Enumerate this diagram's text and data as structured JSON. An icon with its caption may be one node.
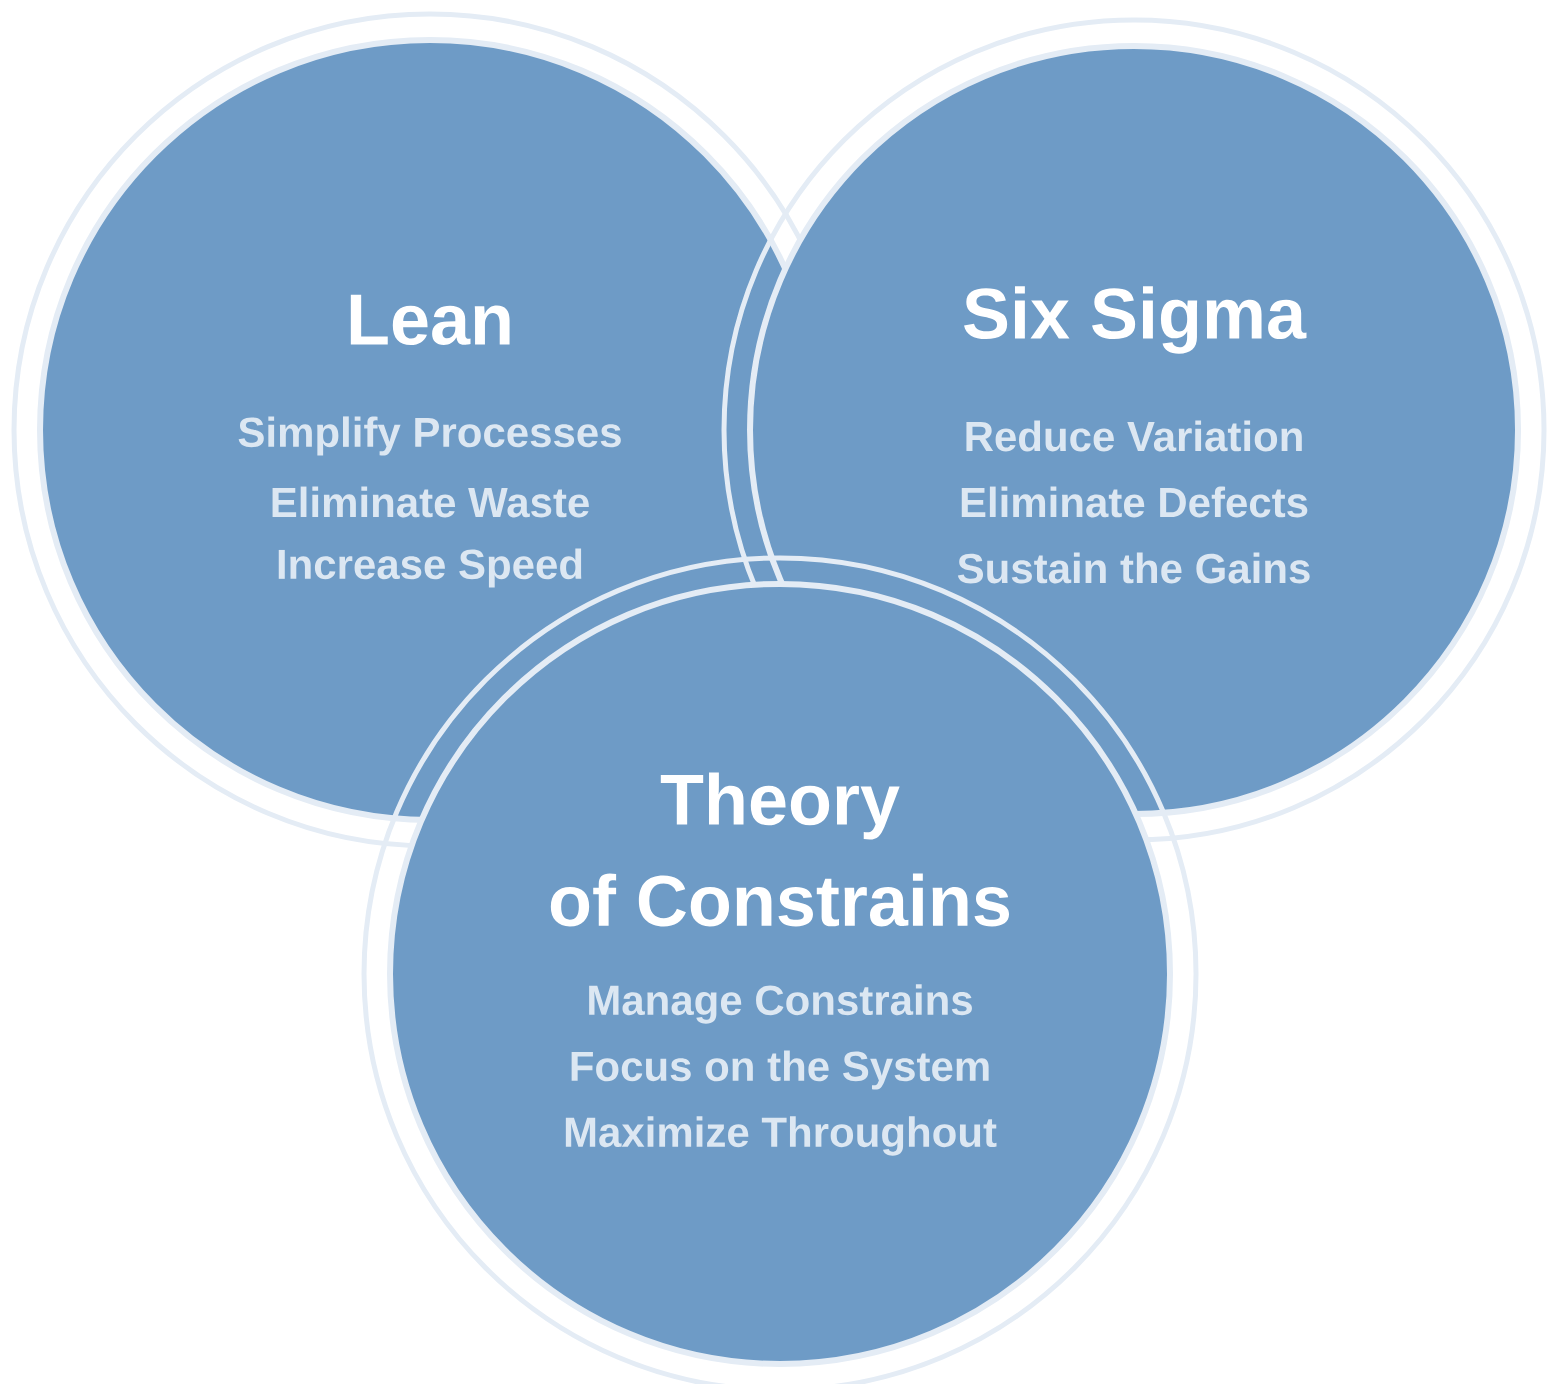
{
  "diagram": {
    "nodes": [
      {
        "text": [
          "Lean",
          "Simplify Processes",
          "Eliminate Waste",
          "Increase Speed"
        ]
      },
      {
        "text": [
          "Six Sigma",
          "Reduce Variation",
          "Eliminate Defects",
          "Sustain the Gains"
        ]
      },
      {
        "text": [
          "Theory",
          "of Constrains",
          "Manage Constrains",
          "Focus on the System",
          "Maximize Throughout"
        ]
      }
    ]
  }
}
